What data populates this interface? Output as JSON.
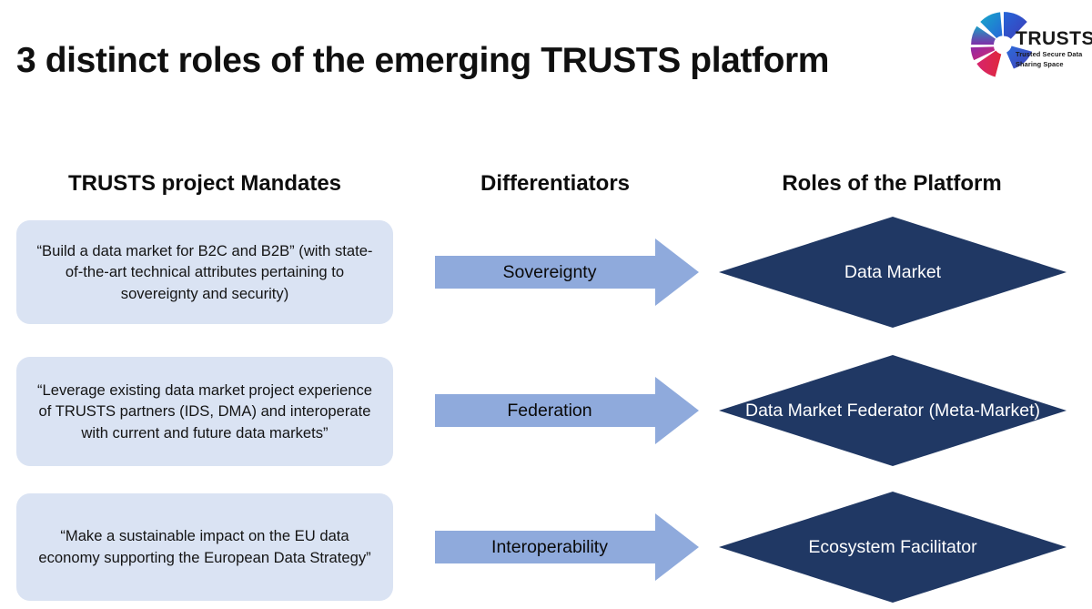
{
  "slide": {
    "title": "3 distinct roles of the emerging TRUSTS platform"
  },
  "logo": {
    "wordmark": "TRUSTS",
    "tagline_line1": "Trusted Secure Data",
    "tagline_line2": "Sharing Space",
    "mark_name": "trusts-segmented-circle-logo",
    "colors": {
      "teal": "#1FA6C4",
      "blue": "#2B5FD9",
      "indigo": "#4B2FA8",
      "purple": "#8E2BA8",
      "magenta": "#D6246E",
      "red": "#E0283C"
    }
  },
  "columns": {
    "mandates_header": "TRUSTS project Mandates",
    "differentiators_header": "Differentiators",
    "roles_header": "Roles of the Platform"
  },
  "rows": [
    {
      "mandate": "“Build a data market for B2C and B2B” (with state-of-the-art technical attributes pertaining to sovereignty and security)",
      "differentiator": "Sovereignty",
      "role": "Data Market"
    },
    {
      "mandate": "“Leverage existing data market project experience of TRUSTS partners (IDS, DMA) and interoperate with current and future data markets”",
      "differentiator": "Federation",
      "role": "Data Market Federator (Meta-Market)"
    },
    {
      "mandate": "“Make a sustainable impact on the EU data economy supporting the European Data Strategy”",
      "differentiator": "Interoperability",
      "role": "Ecosystem Facilitator"
    }
  ],
  "colors": {
    "mandate_box_fill": "#dae3f3",
    "arrow_fill": "#8faadc",
    "diamond_fill": "#203864",
    "diamond_text": "#ffffff",
    "title_text": "#101010"
  }
}
